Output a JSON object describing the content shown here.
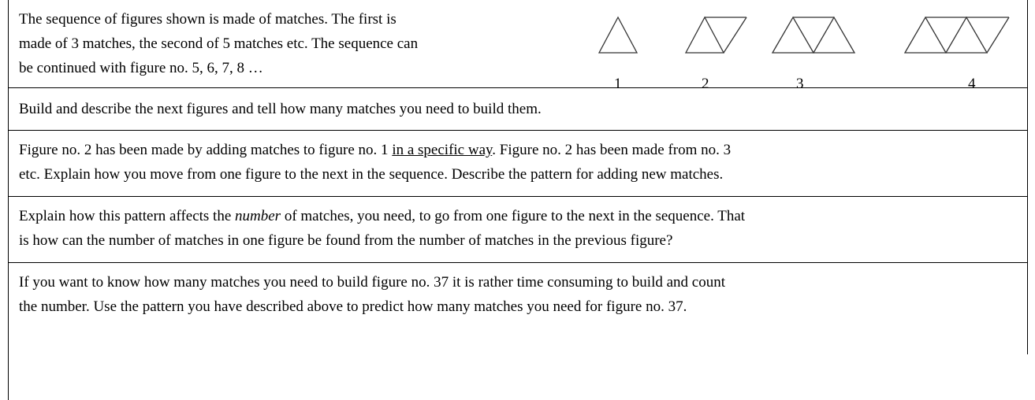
{
  "intro": {
    "line1": "The sequence of figures shown is made of matches. The first is",
    "line2": "made of 3 matches, the second of 5 matches etc. The sequence can",
    "line3": "be continued with figure no. 5, 6, 7, 8 …"
  },
  "figures": {
    "labels": [
      "1",
      "2",
      "3",
      "4"
    ]
  },
  "task1": "Build and describe the next figures and tell how many matches you need to build them.",
  "task2": {
    "line1_before": "Figure no. 2 has been made by adding matches to figure no. 1 ",
    "line1_underlined": "in a specific way",
    "line1_after": ". Figure no. 2 has been made from no. 3",
    "line2": "etc. Explain how you move from one figure to the next in the sequence. Describe the pattern for adding new matches."
  },
  "task3": {
    "line1_before": "Explain how this pattern affects the ",
    "line1_italic": "number",
    "line1_after": " of matches, you need, to go from one figure to the next in the sequence. That",
    "line2": "is how can the number of matches in one figure be found from the number of matches in the previous figure?"
  },
  "task4": {
    "line1": "If you want to know how many matches you need to build figure no. 37 it is rather time consuming to build and count",
    "line2": "the number. Use the pattern you have described above to predict how many matches you need for figure no. 37."
  }
}
